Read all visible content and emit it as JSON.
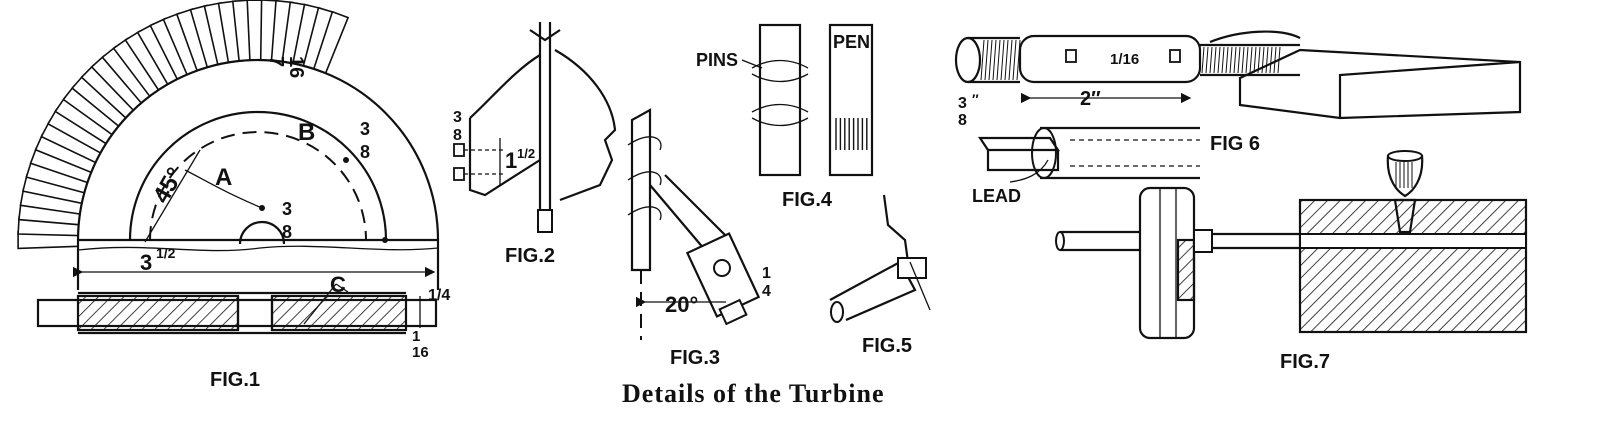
{
  "caption": "Details of the Turbine",
  "figures": {
    "fig1": {
      "label": "FIG.1",
      "dims": {
        "height_top_num": "7",
        "height_top_den": "16",
        "blade": "3",
        "blade_den": "8",
        "hub": "3",
        "hub_den": "8",
        "length": "3",
        "length_frac": "1/2",
        "thick": "1/4",
        "plate_num": "1",
        "plate_den": "16"
      },
      "angle": "45°",
      "parts": [
        "A",
        "B",
        "C"
      ]
    },
    "fig2": {
      "label": "FIG.2",
      "dims": {
        "spacing_num": "3",
        "spacing_den": "8",
        "length": "1",
        "length_frac": "1/2"
      }
    },
    "fig3": {
      "label": "FIG.3",
      "angle": "20°",
      "dims": {
        "width": "1",
        "width_den": "4"
      }
    },
    "fig4": {
      "label": "FIG.4",
      "pins": "PINS",
      "pen": "PEN"
    },
    "fig5": {
      "label": "FIG.5"
    },
    "fig6": {
      "label": "FIG 6",
      "lead": "LEAD",
      "dims": {
        "dia_num": "3",
        "dia_den": "8",
        "dia_mark": "″",
        "length": "2″",
        "tube": "1/16"
      }
    },
    "fig7": {
      "label": "FIG.7"
    }
  }
}
